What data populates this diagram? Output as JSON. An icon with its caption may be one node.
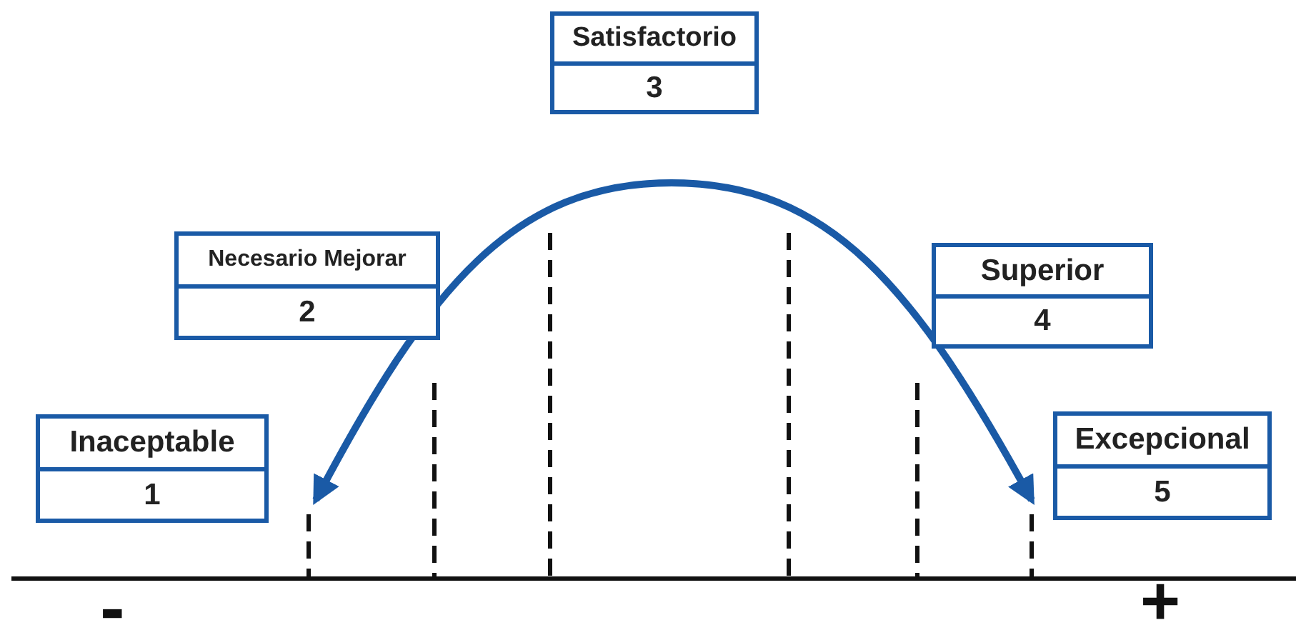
{
  "diagram": {
    "nodes": [
      {
        "text": [
          "Satisfactorio",
          "3"
        ]
      },
      {
        "text": [
          "Necesario Mejorar",
          "2"
        ]
      },
      {
        "text": [
          "Superior",
          "4"
        ]
      },
      {
        "text": [
          "Inaceptable",
          "1"
        ]
      },
      {
        "text": [
          "Excepcional",
          "5"
        ]
      }
    ],
    "labels": [
      "-",
      "+"
    ]
  }
}
